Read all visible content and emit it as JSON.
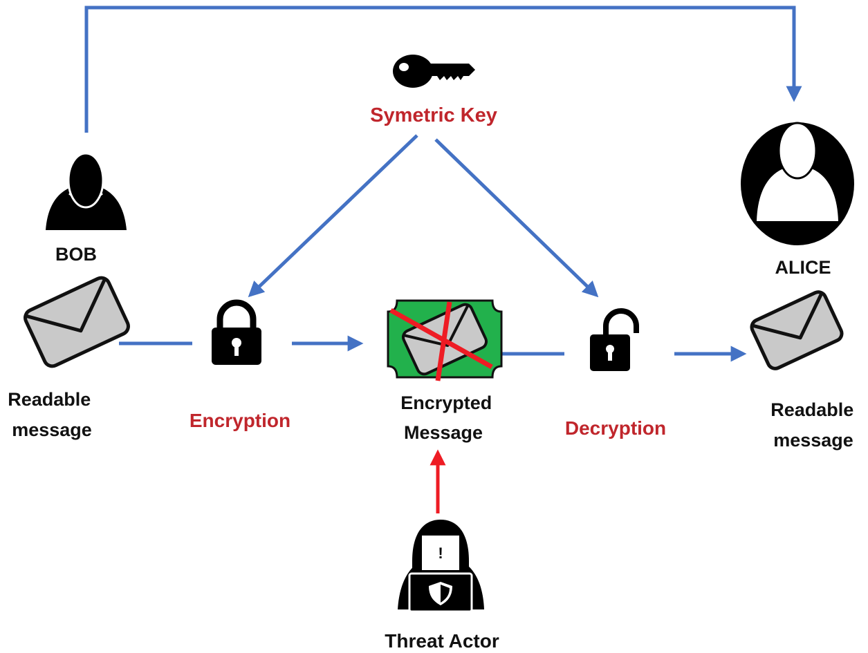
{
  "diagram": {
    "key_label": "Symetric Key",
    "sender": {
      "name": "BOB",
      "message_line1": "Readable",
      "message_line2": "message"
    },
    "receiver": {
      "name": "ALICE",
      "message_line1": "Readable",
      "message_line2": "message"
    },
    "encryption_label": "Encryption",
    "decryption_label": "Decryption",
    "encrypted_line1": "Encrypted",
    "encrypted_line2": "Message",
    "threat_label": "Threat Actor",
    "threat_mark": "!"
  },
  "colors": {
    "arrow": "#4472c4",
    "threat_arrow": "#ee1c24",
    "red_label": "#c0262c",
    "black_label": "#111111",
    "envelope_fill": "#c9c9c9",
    "encrypted_bg": "#22b14c",
    "cross": "#ee1c24"
  },
  "icons": [
    "key-icon",
    "person-icon",
    "avatar-icon",
    "envelope-icon",
    "lock-icon",
    "unlock-icon",
    "hacker-icon"
  ]
}
